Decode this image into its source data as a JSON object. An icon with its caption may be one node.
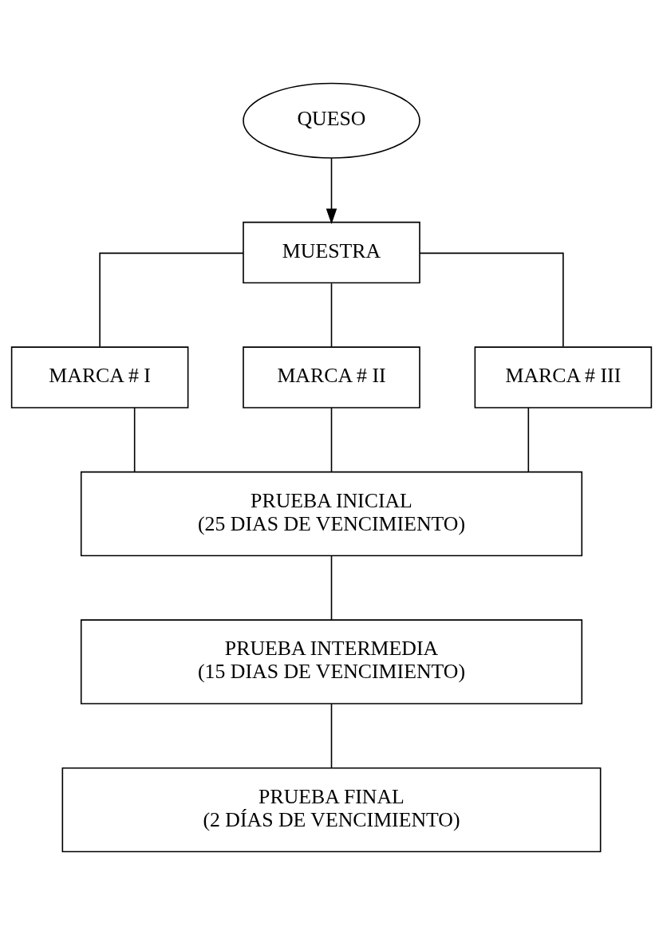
{
  "diagram": {
    "nodes": [
      {
        "text": [
          "QUESO"
        ]
      },
      {
        "text": [
          "MUESTRA"
        ]
      },
      {
        "text": [
          "MARCA # I"
        ]
      },
      {
        "text": [
          "MARCA # II"
        ]
      },
      {
        "text": [
          "MARCA # III"
        ]
      },
      {
        "text": [
          "PRUEBA INICIAL",
          "(25 DIAS DE VENCIMIENTO)"
        ]
      },
      {
        "text": [
          "PRUEBA INTERMEDIA",
          "(15 DIAS DE VENCIMIENTO)"
        ]
      },
      {
        "text": [
          "PRUEBA FINAL",
          "(2 DÍAS DE VENCIMIENTO)"
        ]
      }
    ],
    "edges": [
      {
        "from": 0,
        "to": 1,
        "arrow": "to"
      },
      {
        "from": 1,
        "to": 2,
        "arrow": "none"
      },
      {
        "from": 1,
        "to": 3,
        "arrow": "none"
      },
      {
        "from": 1,
        "to": 4,
        "arrow": "none"
      },
      {
        "from": 2,
        "to": 5,
        "arrow": "none"
      },
      {
        "from": 3,
        "to": 5,
        "arrow": "none"
      },
      {
        "from": 4,
        "to": 5,
        "arrow": "none"
      },
      {
        "from": 5,
        "to": 6,
        "arrow": "none"
      },
      {
        "from": 6,
        "to": 7,
        "arrow": "none"
      }
    ]
  }
}
